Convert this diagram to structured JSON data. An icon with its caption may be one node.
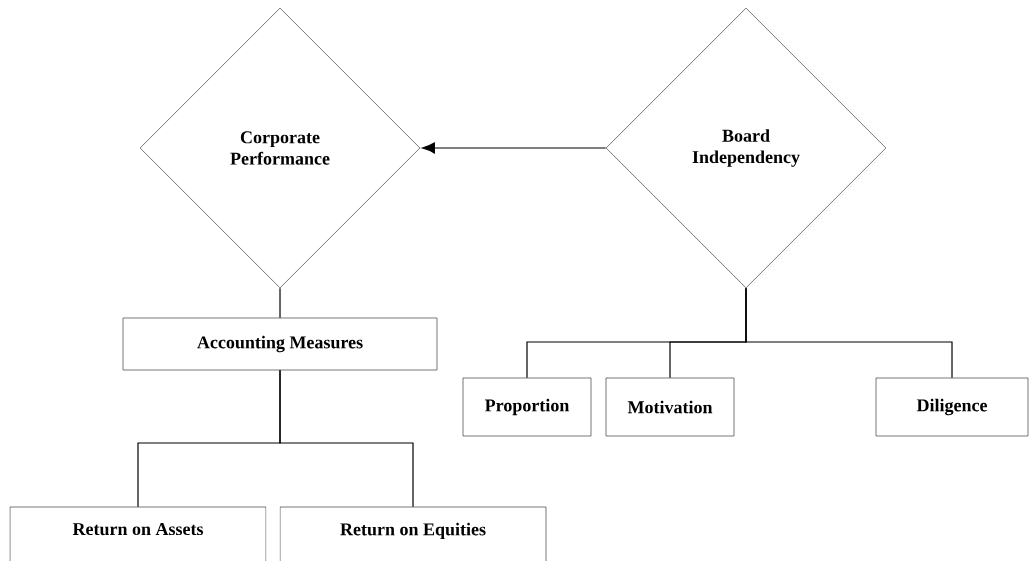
{
  "diagram": {
    "nodes": [
      {
        "text": [
          "Corporate Performance"
        ]
      },
      {
        "text": [
          "Board Independency"
        ]
      },
      {
        "text": [
          "Accounting Measures"
        ]
      },
      {
        "text": [
          "Proportion"
        ]
      },
      {
        "text": [
          "Motivation"
        ]
      },
      {
        "text": [
          "Diligence"
        ]
      },
      {
        "text": [
          "Return on Assets"
        ]
      },
      {
        "text": [
          "Return on Equities"
        ]
      }
    ],
    "edges": [
      {
        "from": 1,
        "to": 0,
        "arrow": "to"
      },
      {
        "from": 0,
        "to": 2,
        "arrow": "none"
      },
      {
        "from": 1,
        "to": 3,
        "arrow": "none"
      },
      {
        "from": 1,
        "to": 4,
        "arrow": "none"
      },
      {
        "from": 1,
        "to": 5,
        "arrow": "none"
      },
      {
        "from": 2,
        "to": 6,
        "arrow": "none"
      },
      {
        "from": 2,
        "to": 7,
        "arrow": "none"
      }
    ]
  }
}
